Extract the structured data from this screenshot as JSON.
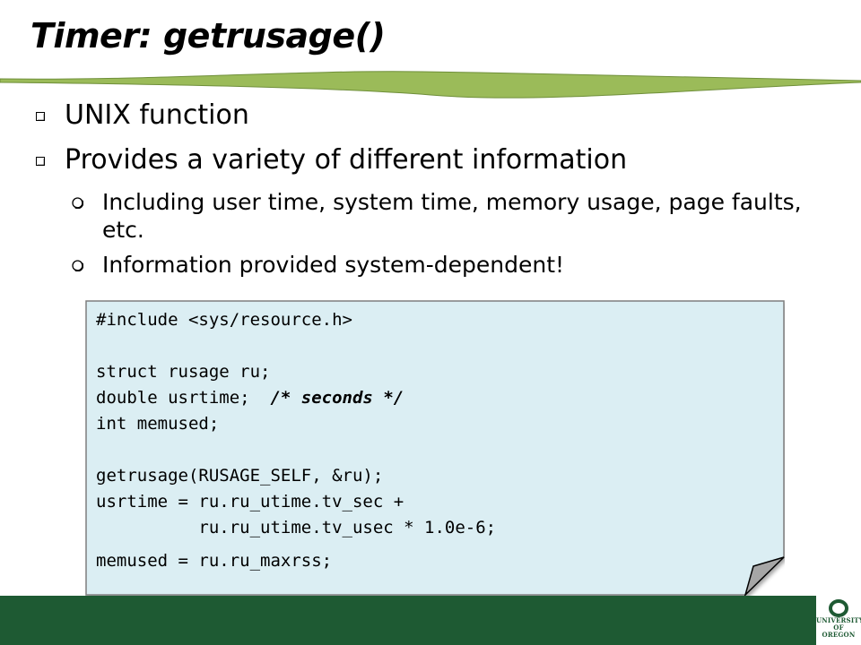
{
  "slide": {
    "title": "Timer: getrusage()",
    "bullets": [
      {
        "text": "UNIX function"
      },
      {
        "text": "Provides a variety of different information",
        "sub": [
          "Including user time, system time, memory usage, page faults, etc.",
          "Information provided system-dependent!"
        ]
      }
    ]
  },
  "code": {
    "lines": [
      "#include <sys/resource.h>",
      "",
      "struct rusage ru;",
      "double usrtime;",
      "int memused;",
      "",
      "getrusage(RUSAGE_SELF, &ru);",
      "usrtime = ru.ru_utime.tv_sec +",
      "          ru.ru_utime.tv_usec * 1.0e-6;",
      "memused = ru.ru_maxrss;"
    ],
    "comment": "/* seconds */"
  },
  "footer": {
    "logo_text": [
      "UNIVERSITY",
      "OF OREGON"
    ]
  },
  "colors": {
    "footer_green": "#1e5a33",
    "swoosh_green": "#9bbb59",
    "code_bg": "#dbeef3",
    "fold_gray": "#a6a6a6"
  }
}
